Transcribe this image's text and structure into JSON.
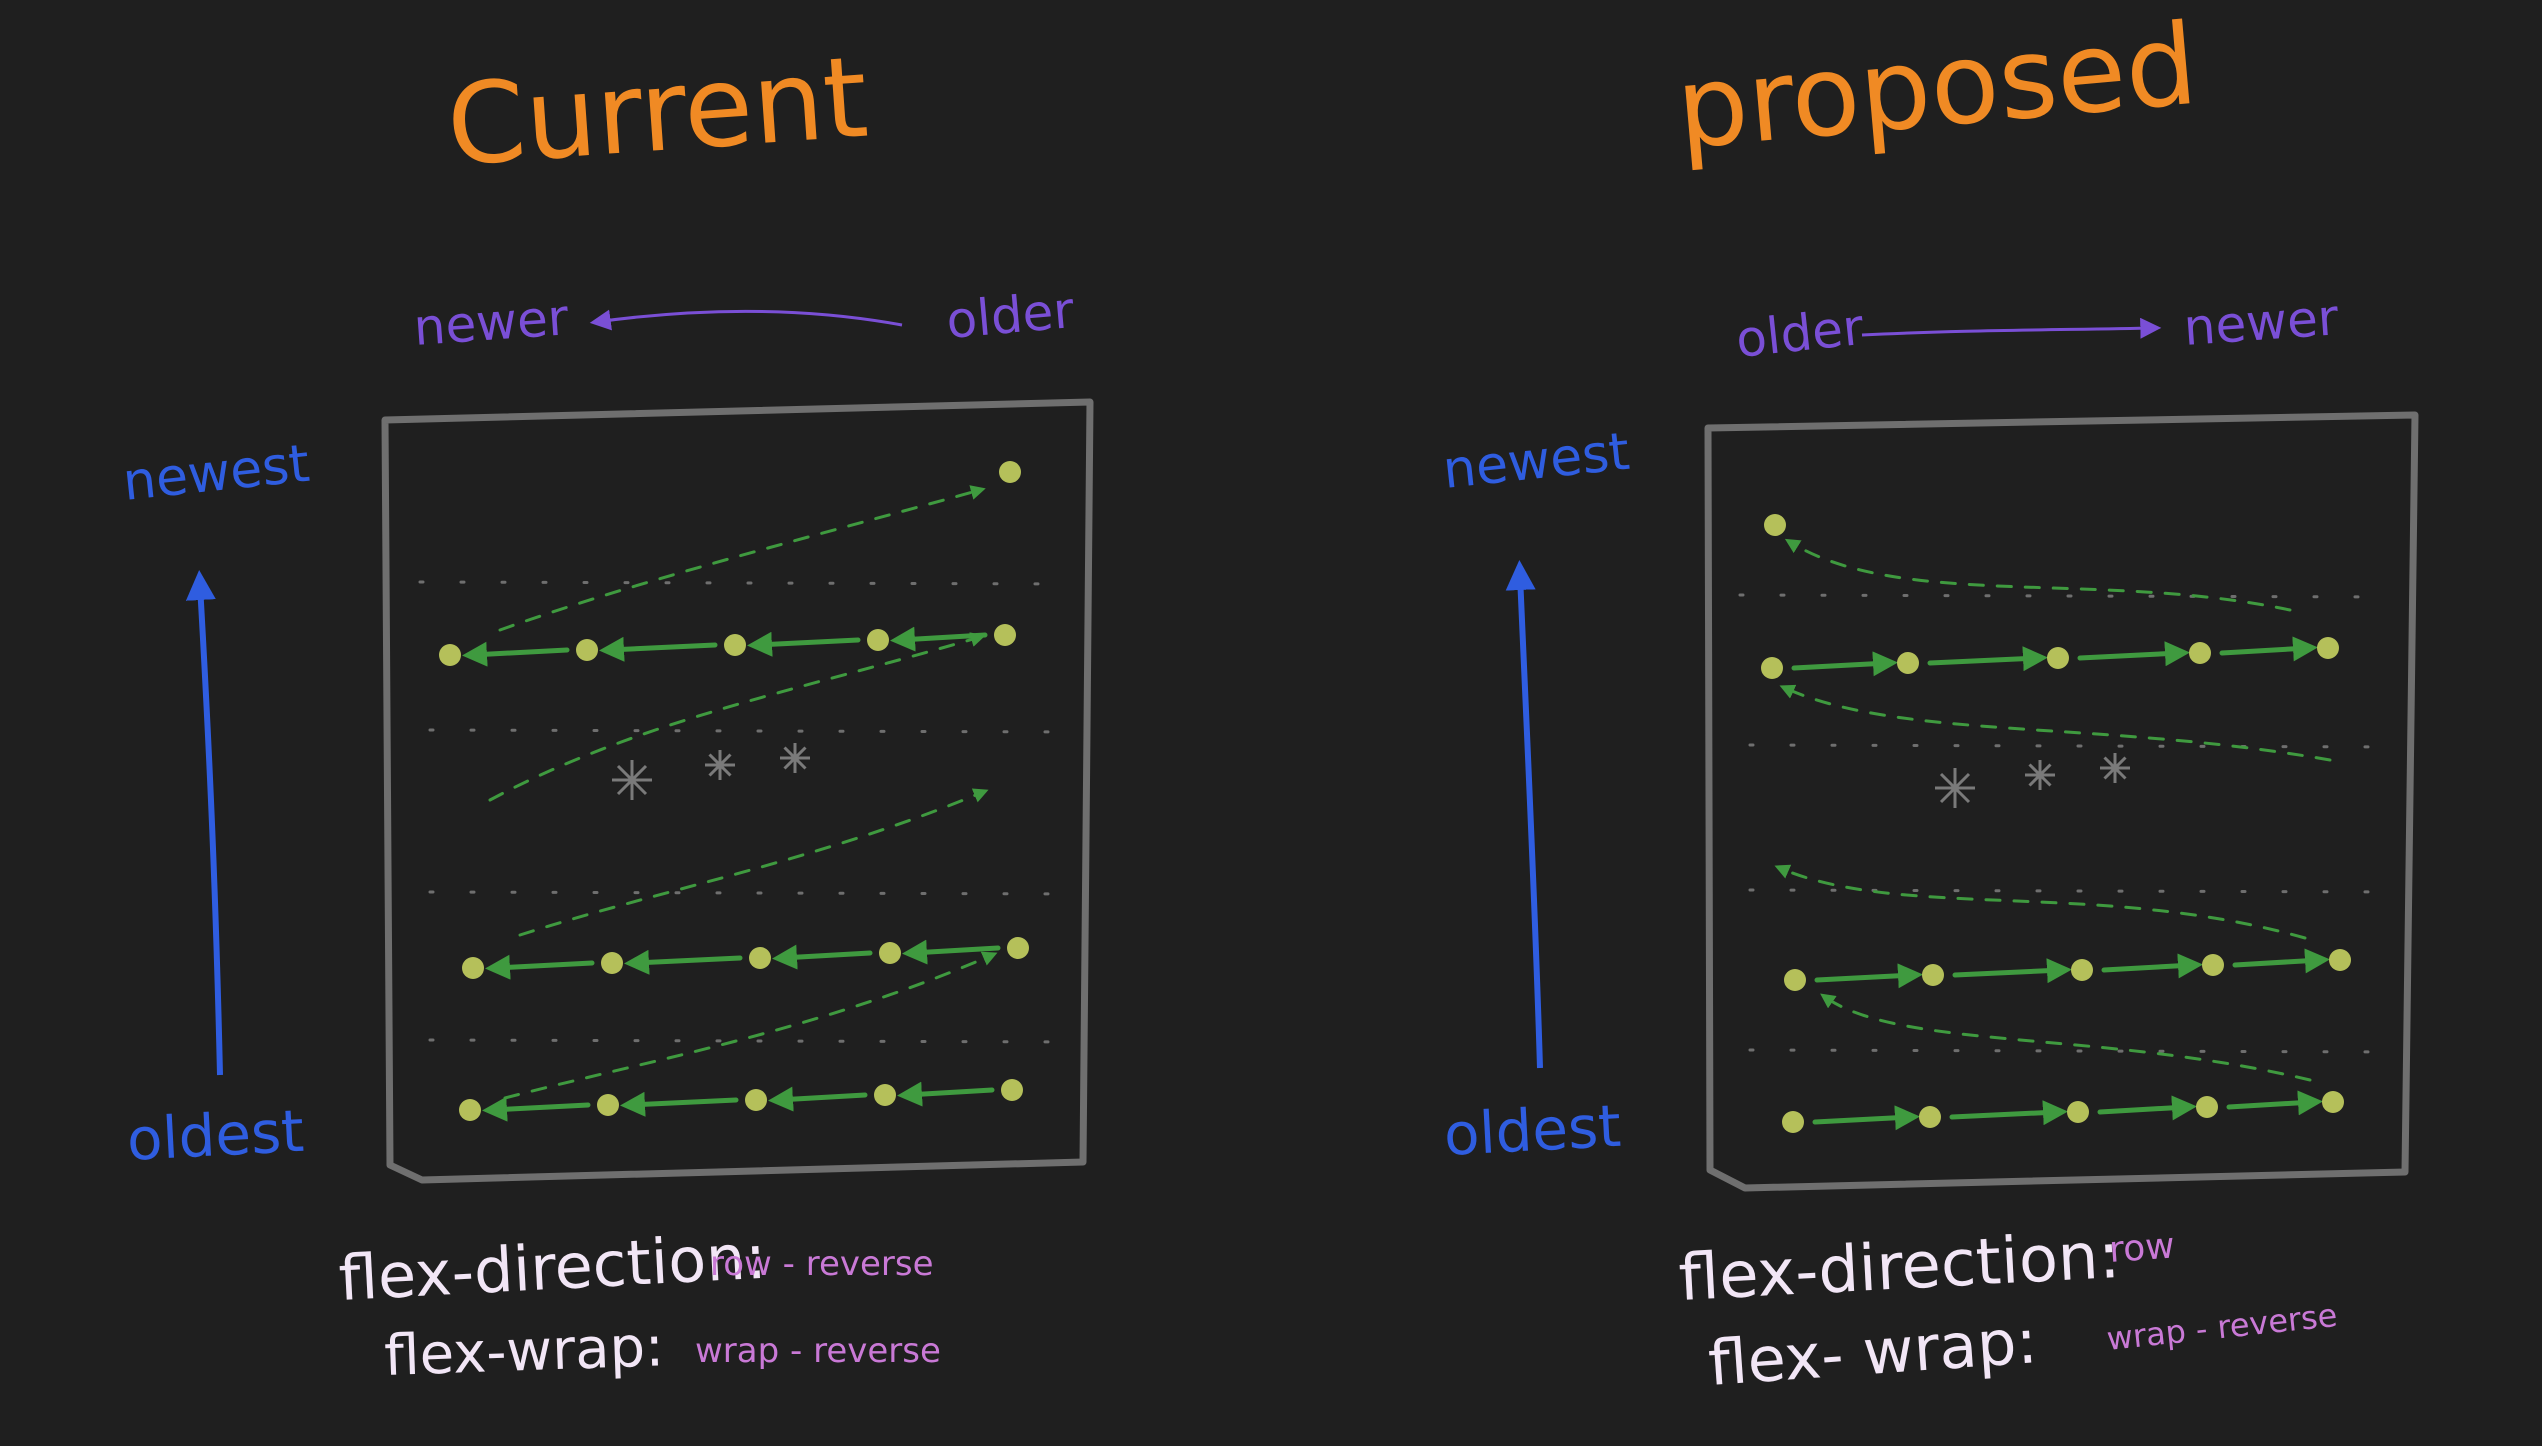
{
  "colors": {
    "background": "#1f1f1f",
    "title": "#f08a24",
    "time_axis": "#2f5de0",
    "order_axis": "#7a4fd6",
    "frame": "#6f6f6f",
    "item": "#b5c05a",
    "flow": "#3f9a3f",
    "property_name": "#f2e6f6",
    "property_value": "#c979d6",
    "ellipsis": "#7a7a7a"
  },
  "panels": [
    {
      "id": "current",
      "title": "Current",
      "order": {
        "left": "newer",
        "right": "older",
        "arrow_direction": "left"
      },
      "time": {
        "top": "newest",
        "bottom": "oldest"
      },
      "properties": [
        {
          "name": "flex-direction:",
          "value": "row - reverse"
        },
        {
          "name": "flex-wrap:",
          "value": "wrap - reverse"
        }
      ]
    },
    {
      "id": "proposed",
      "title": "proposed",
      "order": {
        "left": "older",
        "right": "newer",
        "arrow_direction": "right"
      },
      "time": {
        "top": "newest",
        "bottom": "oldest"
      },
      "properties": [
        {
          "name": "flex-direction:",
          "value": "row"
        },
        {
          "name": "flex- wrap:",
          "value": "wrap - reverse"
        }
      ]
    }
  ]
}
